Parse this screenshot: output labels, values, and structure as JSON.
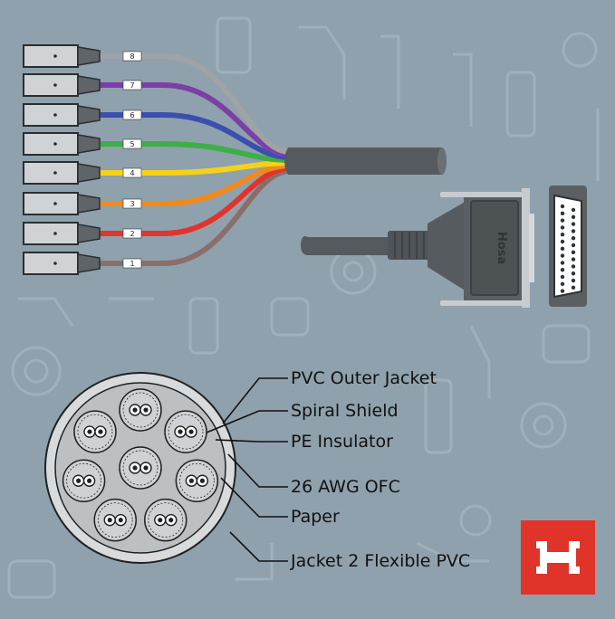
{
  "colors": {
    "background": "#8fa1ac",
    "pattern": "#a2b2bc",
    "connector_body": "#cfd3d6",
    "cable": "#555a5e",
    "badge": "#e0332a",
    "wires": [
      "#8a6e6a",
      "#e0342f",
      "#f08a1e",
      "#f5d21a",
      "#3dae48",
      "#3a4fb0",
      "#7b3fa6",
      "#9fa3a6"
    ]
  },
  "wire_labels": [
    "1",
    "2",
    "3",
    "4",
    "5",
    "6",
    "7",
    "8"
  ],
  "db25_brand": "Hosa",
  "callouts": [
    "PVC Outer Jacket",
    "Spiral Shield",
    "PE Insulator",
    "26 AWG OFC",
    "Paper",
    "Jacket 2 Flexible PVC"
  ],
  "icons": {
    "xlr_plug": "xlr-male-plug-icon",
    "db25": "db25-connector-icon",
    "logo": "hosa-h-logo-icon"
  }
}
